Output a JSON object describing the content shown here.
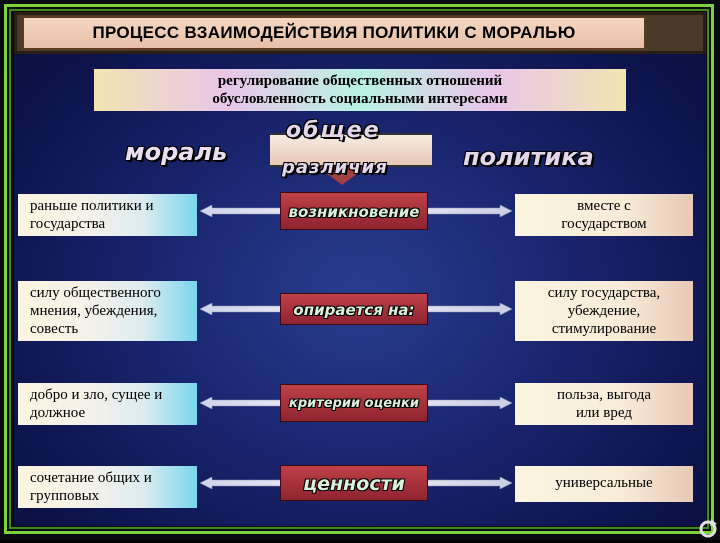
{
  "title": "ПРОЦЕСС ВЗАИМОДЕЙСТВИЯ ПОЛИТИКИ С МОРАЛЬЮ",
  "header": {
    "line1": "регулирование общественных отношений",
    "line2": "обусловленность социальными интересами"
  },
  "left_title": "мораль",
  "right_title": "политика",
  "center_top": "общее",
  "center_bottom": "различия",
  "rows": [
    {
      "left": [
        "раньше политики и",
        "государства"
      ],
      "middle": "возникновение",
      "right": [
        "вместе с",
        "государством"
      ]
    },
    {
      "left": [
        "силу общественного",
        "мнения, убеждения,",
        "совесть"
      ],
      "middle": "опирается на:",
      "right": [
        "силу государства,",
        "убеждение,",
        "стимулирование"
      ]
    },
    {
      "left": [
        "добро и зло, сущее и",
        "должное"
      ],
      "middle": "критерии оценки",
      "right": [
        "польза, выгода",
        "или вред"
      ]
    },
    {
      "left": [
        "сочетание общих и",
        "групповых"
      ],
      "middle": "ценности",
      "right": [
        "универсальные"
      ]
    }
  ],
  "colors": {
    "frame_green": "#7fd33a",
    "panel_blue": "#1a2670",
    "middle_red": "#a8343e"
  },
  "icons": [
    "return-icon"
  ]
}
